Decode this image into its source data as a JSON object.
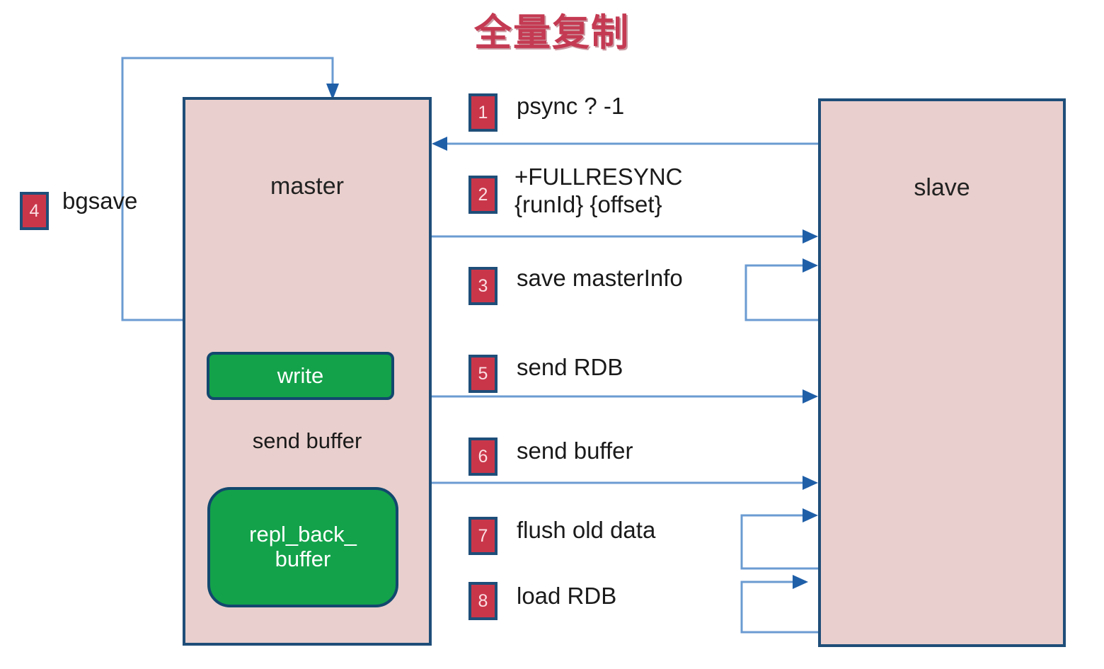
{
  "title": "全量复制",
  "nodes": {
    "master": {
      "label": "master",
      "fill": "#e9cfcd",
      "border": "#1f4e79"
    },
    "slave": {
      "label": "slave",
      "fill": "#e9cfcd",
      "border": "#1f4e79"
    }
  },
  "master_internals": {
    "write_box": {
      "label": "write",
      "fill": "#13a24a"
    },
    "repl_box": {
      "label": "repl_back_\nbuffer",
      "fill": "#13a24a"
    },
    "internal_arrow_label": "send buffer"
  },
  "steps": [
    {
      "num": "1",
      "label": "psync ? -1",
      "direction": "slave-to-master"
    },
    {
      "num": "2",
      "label": "+FULLRESYNC\n{runId} {offset}",
      "direction": "master-to-slave"
    },
    {
      "num": "3",
      "label": "save masterInfo",
      "direction": "slave-self-loop"
    },
    {
      "num": "4",
      "label": "bgsave",
      "direction": "master-self-loop"
    },
    {
      "num": "5",
      "label": "send RDB",
      "direction": "master-to-slave"
    },
    {
      "num": "6",
      "label": "send buffer",
      "direction": "master-to-slave"
    },
    {
      "num": "7",
      "label": "flush old data",
      "direction": "slave-self-loop"
    },
    {
      "num": "8",
      "label": "load RDB",
      "direction": "slave-self-loop"
    }
  ],
  "colors": {
    "title": "#c43a52",
    "badge_fill": "#c9364a",
    "badge_border": "#1f4e79",
    "node_fill": "#e9cfcd",
    "node_border": "#1f4e79",
    "green_fill": "#13a24a",
    "arrow": "#5b8fc9",
    "arrowhead": "#1f5fa8"
  }
}
